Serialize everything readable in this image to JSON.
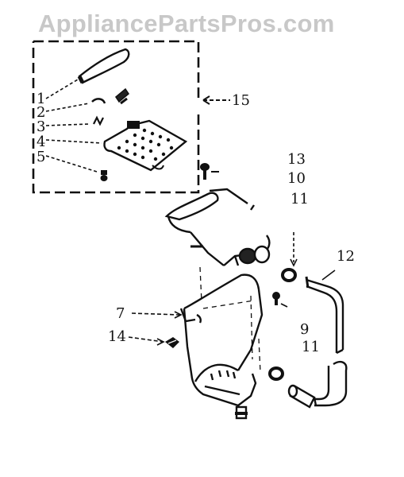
{
  "watermark": "AppliancePartsPros.com",
  "callouts": {
    "p1": "1",
    "p2": "2",
    "p3": "3",
    "p4": "4",
    "p5": "5",
    "p15": "15",
    "p13": "13",
    "p10a": "10",
    "p11a": "11",
    "p12": "12",
    "p7": "7",
    "p14": "14",
    "p9": "9",
    "p11b": "11"
  }
}
